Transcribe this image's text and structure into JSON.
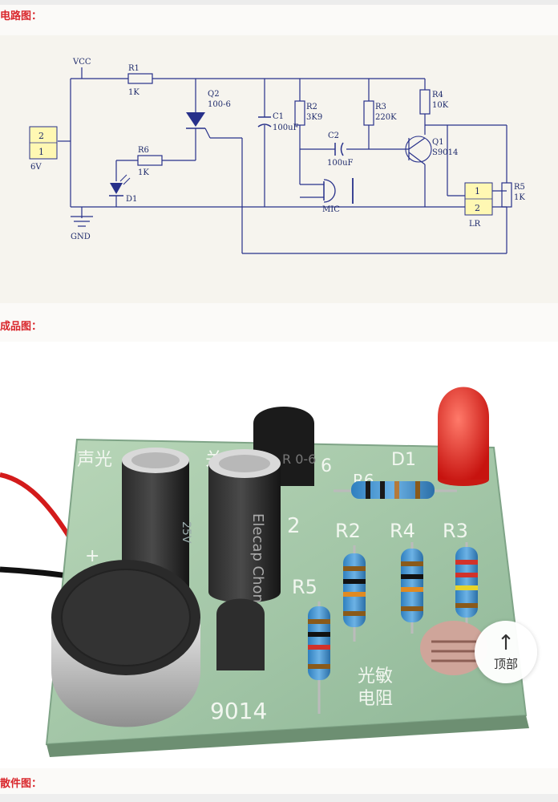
{
  "sections": {
    "circuit_label": "电路图：",
    "product_label": "成品图：",
    "parts_label": "散件图："
  },
  "schematic": {
    "vcc": "VCC",
    "gnd": "GND",
    "battery": {
      "pin_top": "2",
      "pin_bottom": "1",
      "voltage": "6V"
    },
    "r1": {
      "name": "R1",
      "value": "1K"
    },
    "r2": {
      "name": "R2",
      "value": "3K9"
    },
    "r3": {
      "name": "R3",
      "value": "220K"
    },
    "r4": {
      "name": "R4",
      "value": "10K"
    },
    "r5": {
      "name": "R5",
      "value": "1K"
    },
    "r6": {
      "name": "R6",
      "value": "1K"
    },
    "c1": {
      "name": "C1",
      "value": "100uF"
    },
    "c2": {
      "name": "C2",
      "value": "100uF"
    },
    "q1": {
      "name": "Q1",
      "value": "S9014"
    },
    "q2": {
      "name": "Q2",
      "value": "100-6"
    },
    "d1": {
      "name": "D1"
    },
    "mic": {
      "name": "MIC"
    },
    "lr": {
      "name": "LR",
      "pin_top": "1",
      "pin_bottom": "2"
    }
  },
  "board": {
    "title_left": "声光",
    "title_right": "关",
    "d1": "D1",
    "r6": "R6",
    "label_6": "6",
    "label_2": "2",
    "r2": "R2",
    "r4": "R4",
    "r3": "R3",
    "r5": "R5",
    "plus": "+",
    "cap_brand": "Elecap Chong",
    "cap_rating": "25V",
    "scr_mark": "R\n0-6",
    "model": "9014",
    "ldr_line1": "光敏",
    "ldr_line2": "电阻"
  },
  "floating_button": {
    "arrow": "↑",
    "label": "顶部"
  },
  "colors": {
    "section_label": "#d9262b",
    "schematic_ink": "#1e2a6b",
    "pcb": "#a7c9a9",
    "led": "#e0231d"
  }
}
